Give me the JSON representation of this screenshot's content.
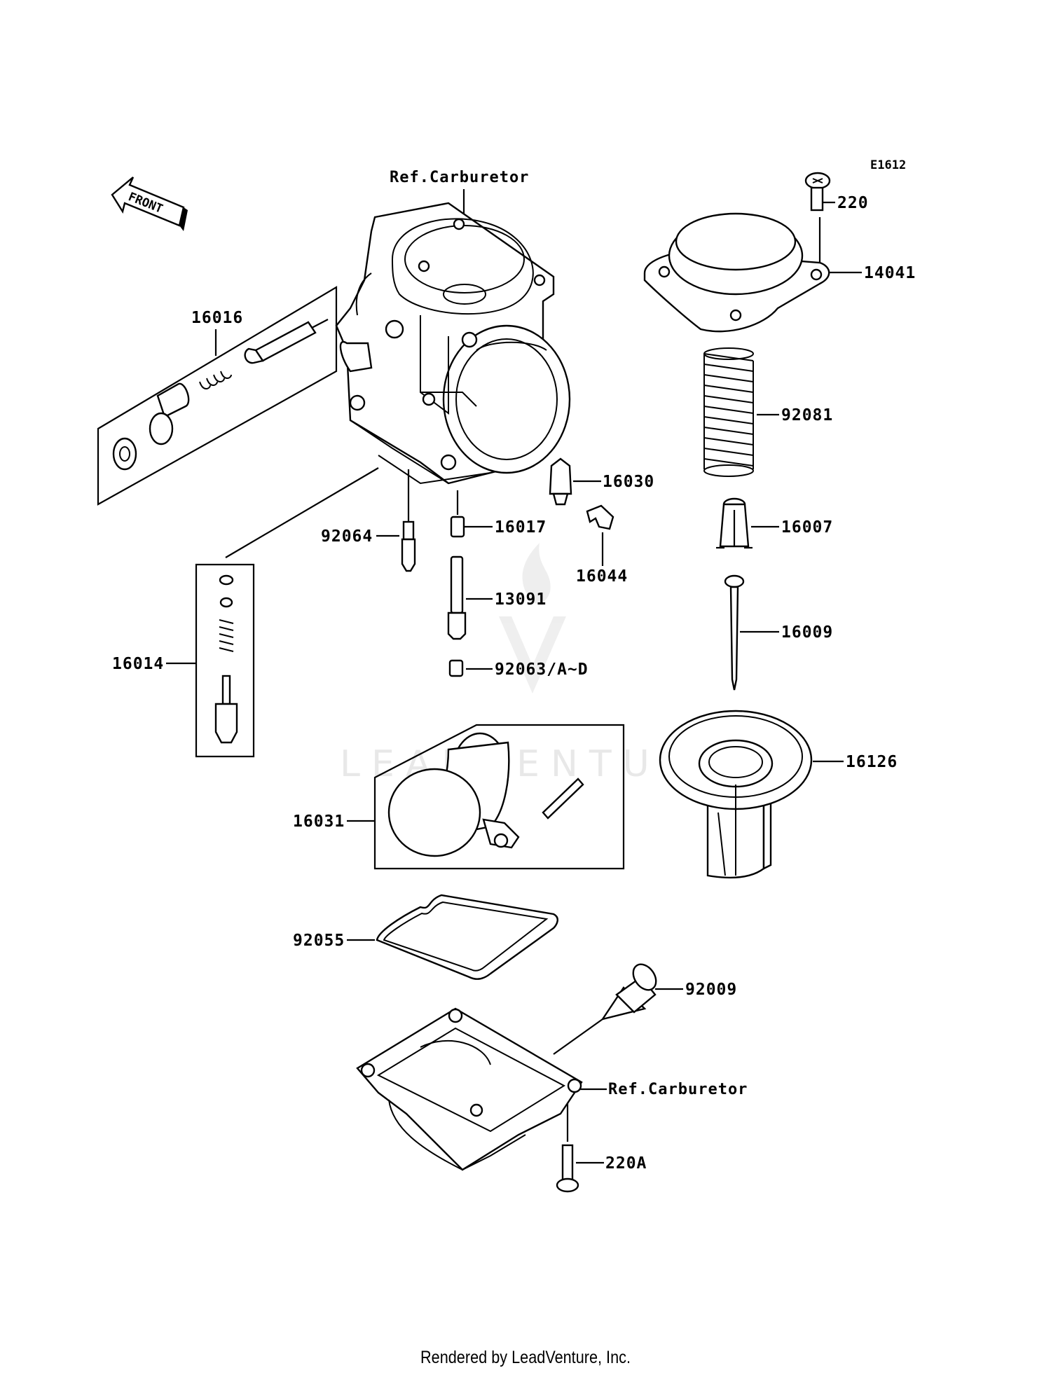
{
  "diagram": {
    "code": "E1612",
    "front_label": "FRONT",
    "watermark": "LEADVENTURE",
    "footer": "Rendered by LeadVenture, Inc.",
    "ref_carburetor_top": "Ref.Carburetor",
    "ref_carburetor_bottom": "Ref.Carburetor",
    "parts": {
      "p220": "220",
      "p14041": "14041",
      "p16016": "16016",
      "p92081": "92081",
      "p16030": "16030",
      "p92064": "92064",
      "p16017": "16017",
      "p16007": "16007",
      "p16044": "16044",
      "p13091": "13091",
      "p16009": "16009",
      "p16014": "16014",
      "p92063": "92063/A~D",
      "p16126": "16126",
      "p16031": "16031",
      "p92055": "92055",
      "p92009": "92009",
      "p220A": "220A"
    }
  }
}
